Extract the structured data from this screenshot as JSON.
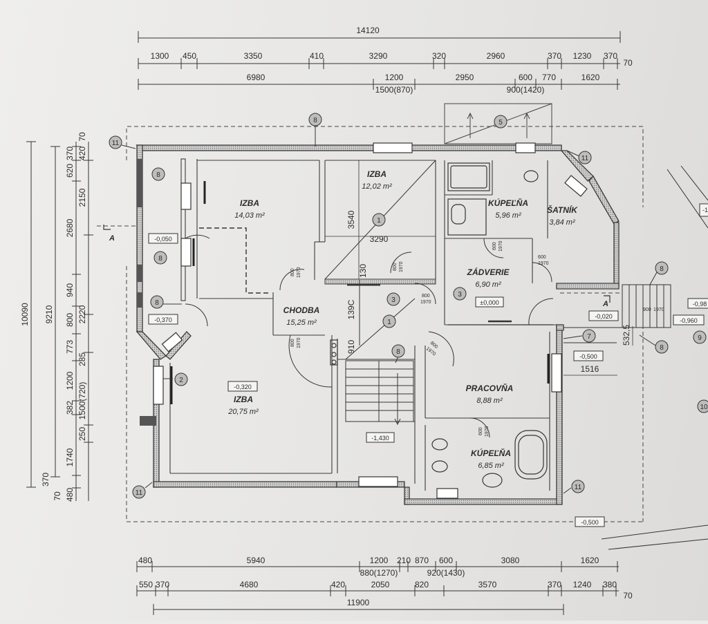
{
  "dims": {
    "top": {
      "overall": "14120",
      "row1": [
        "1300",
        "450",
        "3350",
        "410",
        "3290",
        "320",
        "2960",
        "370",
        "1230",
        "370",
        "70"
      ],
      "row2": [
        "6980",
        "1200",
        "1500(870)",
        "2950",
        "600",
        "900(1420)",
        "770",
        "1620"
      ]
    },
    "bottom": {
      "row1": [
        "480",
        "5940",
        "1200",
        "880(1270)",
        "210",
        "870",
        "600",
        "920(1430)",
        "3080",
        "1620"
      ],
      "row2": [
        "550",
        "370",
        "4680",
        "420",
        "2050",
        "820",
        "3570",
        "370",
        "1240",
        "380",
        "70"
      ],
      "overall": "11900"
    },
    "left": {
      "overall": "10090",
      "inner": "9210",
      "col1": [
        "370",
        "620",
        "2680",
        "940",
        "800",
        "773",
        "1200",
        "382",
        "1740",
        "370",
        "70"
      ],
      "col2": [
        "70",
        "420",
        "2150",
        "2220",
        "285",
        "1500(720)",
        "250",
        "480"
      ]
    },
    "inner": {
      "d3540": "3540",
      "d3290": "3290",
      "d130": "130",
      "d139c": "139C",
      "d910": "910",
      "d532": "532,5",
      "d1516": "1516"
    }
  },
  "rooms": [
    {
      "key": "izba1",
      "name": "IZBA",
      "area": "14,03 m²"
    },
    {
      "key": "izba2",
      "name": "IZBA",
      "area": "12,02 m²"
    },
    {
      "key": "kupelna1",
      "name": "KÚPEĽŇA",
      "area": "5,96 m²"
    },
    {
      "key": "satnik",
      "name": "ŠATNÍK",
      "area": "3,84 m²"
    },
    {
      "key": "chodba",
      "name": "CHODBA",
      "area": "15,25 m²"
    },
    {
      "key": "zadverie",
      "name": "ZÁDVERIE",
      "area": "6,90 m²"
    },
    {
      "key": "izba3",
      "name": "IZBA",
      "area": "20,75 m²"
    },
    {
      "key": "pracovna",
      "name": "PRACOVŇA",
      "area": "8,88 m²"
    },
    {
      "key": "kupelna2",
      "name": "KÚPEĽŇA",
      "area": "6,85 m²"
    }
  ],
  "levels": {
    "l_050": "-0,050",
    "l_370": "-0,370",
    "l_320": "-0,320",
    "l_000": "±0,000",
    "l_020": "-0,020",
    "l_960": "-0,960",
    "l_98": "-0,98",
    "l_500a": "-0,500",
    "l_500b": "-0,500",
    "l_1430": "-1,430"
  },
  "tags": {
    "t1": "1",
    "t2": "2",
    "t3": "3",
    "t5": "5",
    "t7": "7",
    "t8": "8",
    "t9": "9",
    "t10": "10",
    "t11": "11",
    "partial": "-1"
  },
  "section": "A",
  "doors": {
    "d800": "800",
    "d1970": "1970",
    "d900": "900",
    "d600": "600"
  }
}
